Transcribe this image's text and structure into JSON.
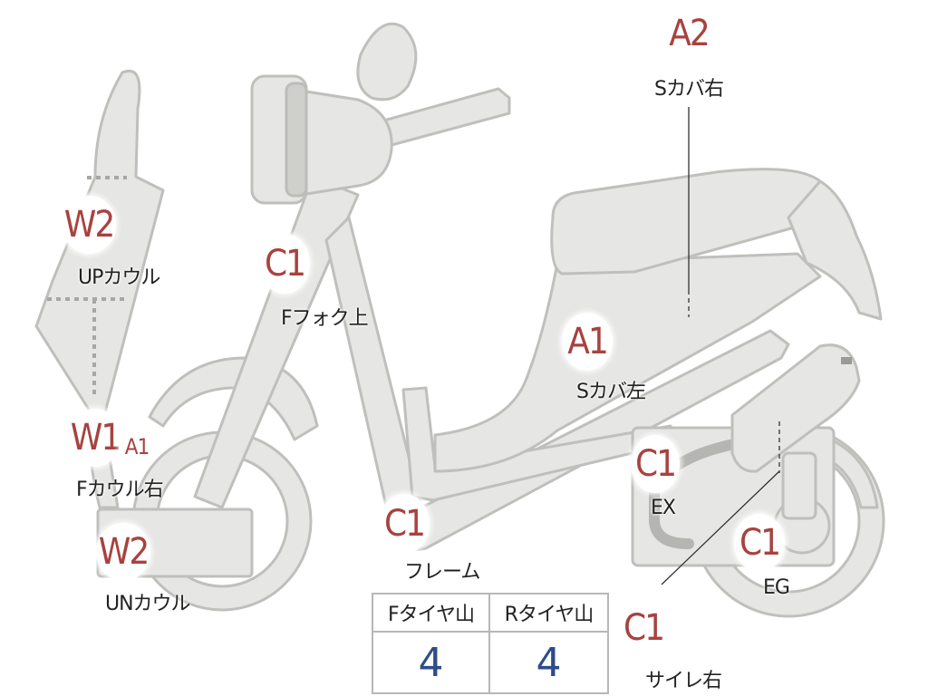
{
  "grades": {
    "a2_top": "A2",
    "w2_upcowl": "W2",
    "c1_ffork": "C1",
    "a1_scover": "A1",
    "w1_fcowl": "W1",
    "a1_fcowl": "A1",
    "w2_uncowl": "W2",
    "c1_ex": "C1",
    "c1_frame": "C1",
    "c1_eg": "C1",
    "c1_muffler": "C1"
  },
  "labels": {
    "s_cover_right": "Sカバ右",
    "up_cowl": "UPカウル",
    "f_fork_upper": "Fフォク上",
    "s_cover_left": "Sカバ左",
    "f_cowl_right": "Fカウル右",
    "un_cowl": "UNカウル",
    "ex": "EX",
    "frame": "フレーム",
    "eg": "EG",
    "muffler_right": "サイレ右"
  },
  "tire_table": {
    "front_header": "Fタイヤ山",
    "rear_header": "Rタイヤ山",
    "front_value": "4",
    "rear_value": "4"
  },
  "colors": {
    "grade_text": "#a8423f",
    "tire_value": "#2d4c8c",
    "body_fill": "#e6e6e4"
  }
}
